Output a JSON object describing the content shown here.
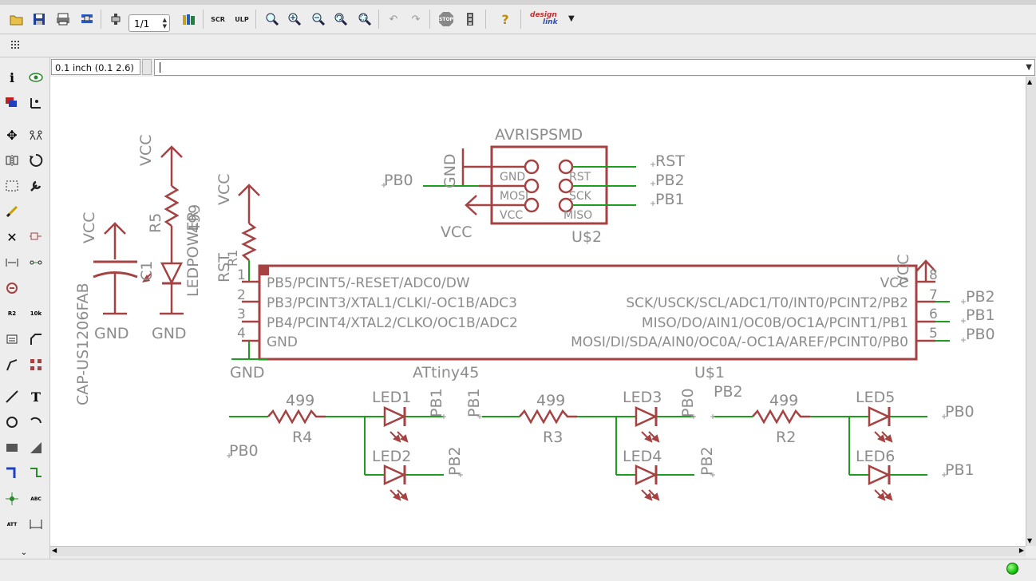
{
  "toolbar": {
    "page_value": "1/1",
    "scr_label": "SCR",
    "ulp_label": "ULP",
    "stop_label": "STOP",
    "designlink_label_1": "design",
    "designlink_label_2": "link",
    "help_label": "?"
  },
  "command": {
    "coordinate": "0.1 inch (0.1 2.6)",
    "value": ""
  },
  "left_tools": {
    "info_label": "i",
    "text_label": "T",
    "r2_label": "R2",
    "tok_label": "10k",
    "abc_label": "ABC",
    "att_label": "ATT"
  },
  "schematic": {
    "ic": {
      "name": "ATtiny45",
      "ref": "U$1",
      "pins_left": [
        {
          "num": "1",
          "label": "PB5/PCINT5/-RESET/ADC0/DW"
        },
        {
          "num": "2",
          "label": "PB3/PCINT3/XTAL1/CLKI/-OC1B/ADC3"
        },
        {
          "num": "3",
          "label": "PB4/PCINT4/XTAL2/CLKO/OC1B/ADC2"
        },
        {
          "num": "4",
          "label": "GND"
        }
      ],
      "pins_right": [
        {
          "num": "8",
          "label": "VCC"
        },
        {
          "num": "7",
          "label": "SCK/USCK/SCL/ADC1/T0/INT0/PCINT2/PB2"
        },
        {
          "num": "6",
          "label": "MISO/DO/AIN1/OC0B/OC1A/PCINT1/PB1"
        },
        {
          "num": "5",
          "label": "MOSI/DI/SDA/AIN0/OC0A/-OC1A/AREF/PCINT0/PB0"
        }
      ]
    },
    "isp": {
      "name": "AVRISPSMD",
      "ref": "U$2",
      "pins_left": [
        "GND",
        "MOSI",
        "VCC"
      ],
      "pins_right": [
        "RST",
        "SCK",
        "MISO"
      ]
    },
    "nets": {
      "vcc": "VCC",
      "gnd": "GND",
      "rst": "RST",
      "pb0": "PB0",
      "pb1": "PB1",
      "pb2": "PB2"
    },
    "resistors": [
      {
        "ref": "R1",
        "value": ""
      },
      {
        "ref": "R2",
        "value": "499"
      },
      {
        "ref": "R3",
        "value": "499"
      },
      {
        "ref": "R4",
        "value": "499"
      },
      {
        "ref": "R5",
        "value": "499"
      }
    ],
    "leds": [
      "LED1",
      "LED2",
      "LED3",
      "LED4",
      "LED5",
      "LED6"
    ],
    "power_led": "LEDPOWER",
    "capacitor": {
      "ref": "C1",
      "package": "CAP-US1206FAB"
    }
  },
  "colors": {
    "component": "#a54242",
    "wire": "#1e9e1e",
    "text": "#8c8c8c",
    "background": "#ffffff"
  }
}
